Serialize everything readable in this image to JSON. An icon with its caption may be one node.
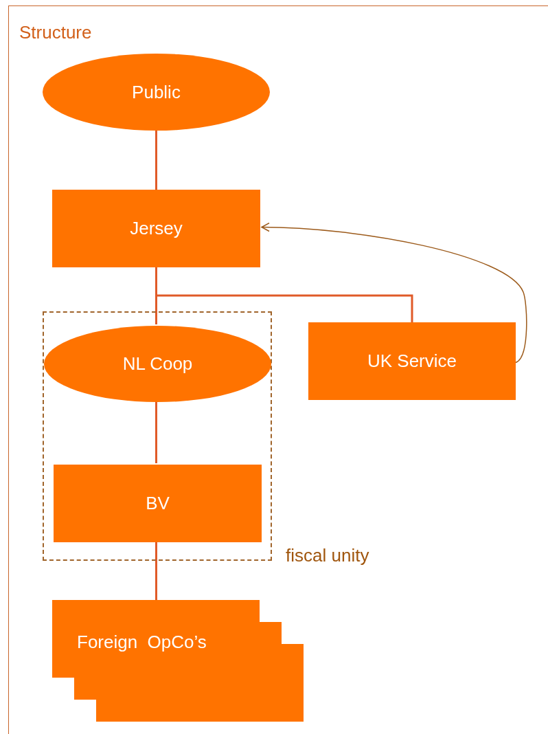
{
  "diagram": {
    "title": "Structure",
    "nodes": [
      {
        "text": [
          "Public"
        ]
      },
      {
        "text": [
          "Jersey"
        ]
      },
      {
        "text": [
          "fiscal unity"
        ]
      },
      {
        "text": [
          "NL Coop"
        ],
        "in": 2
      },
      {
        "text": [
          "BV"
        ],
        "in": 2
      },
      {
        "text": [
          "UK Service"
        ]
      },
      {
        "text": [
          "Foreign  OpCo’s"
        ]
      }
    ],
    "edges": [
      {
        "from": 0,
        "to": 1,
        "arrow": "none"
      },
      {
        "from": 1,
        "to": 3,
        "arrow": "none"
      },
      {
        "from": 1,
        "to": 5,
        "arrow": "none"
      },
      {
        "from": 3,
        "to": 4,
        "arrow": "none"
      },
      {
        "from": 4,
        "to": 6,
        "arrow": "none"
      },
      {
        "from": 5,
        "to": 1,
        "arrow": "to",
        "color": "#9c5a1a"
      }
    ]
  }
}
